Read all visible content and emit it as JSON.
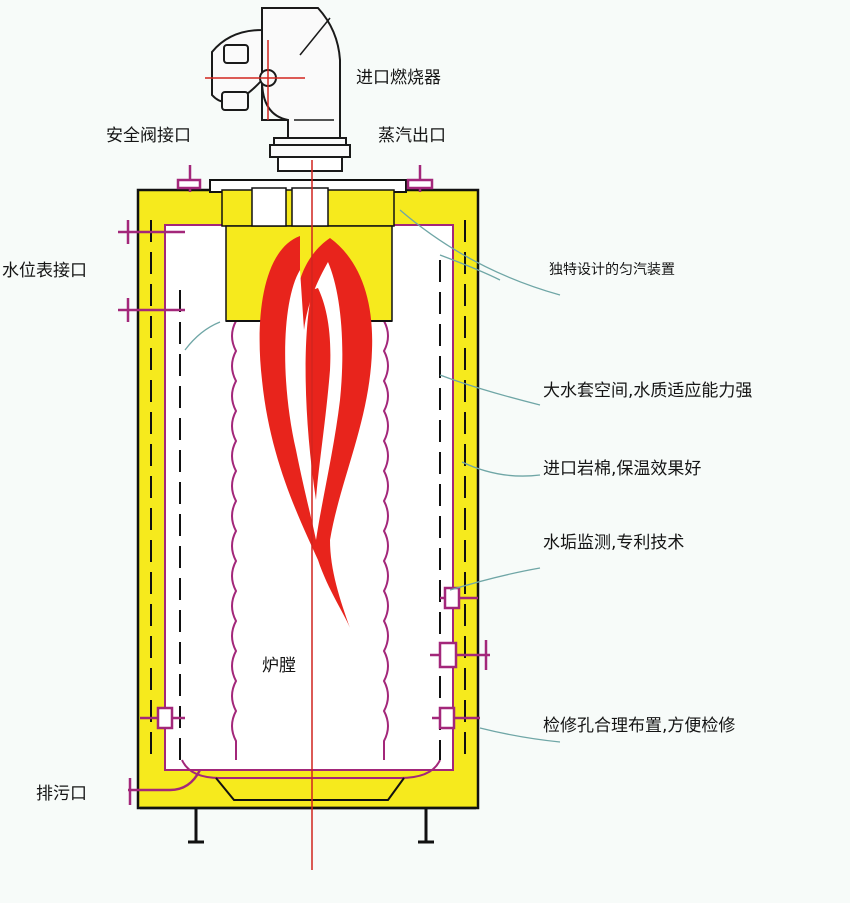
{
  "labels": {
    "burner": "进口燃烧器",
    "safety_valve": "安全阀接口",
    "steam_outlet": "蒸汽出口",
    "water_gauge": "水位表接口",
    "steam_device": "独特设计的匀汽装置",
    "water_jacket": "大水套空间,水质适应能力强",
    "rock_wool": "进口岩棉,保温效果好",
    "scale_monitor": "水垢监测,专利技术",
    "furnace": "炉膛",
    "maintenance_hole": "检修孔合理布置,方便检修",
    "blowdown": "排污口"
  },
  "colors": {
    "insulation": "#f6ea1d",
    "shell_line": "#111111",
    "pipe": "#a3277a",
    "flame": "#e8241c",
    "leader": "#6fa6a6"
  }
}
